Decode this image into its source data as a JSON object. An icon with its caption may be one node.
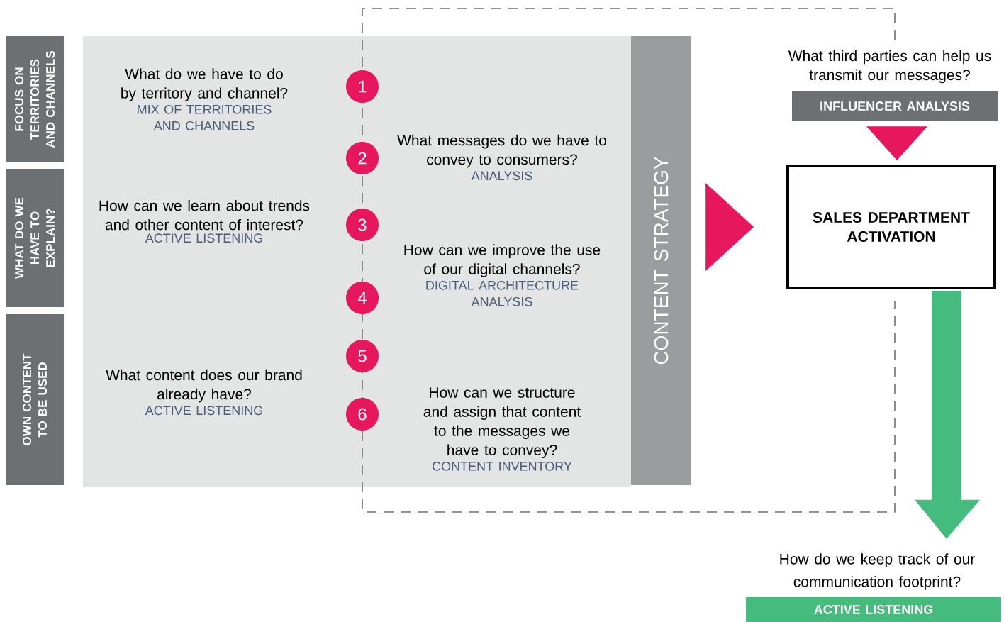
{
  "diagram": {
    "nodes": [
      {
        "text": [
          "FOCUS ON TERRITORIES AND CHANNELS"
        ]
      },
      {
        "text": [
          "WHAT DO WE HAVE TO EXPLAIN?"
        ]
      },
      {
        "text": [
          "OWN CONTENT TO BE USED"
        ]
      },
      {
        "text": [],
        "shape": "box"
      },
      {
        "text": [
          "CONTENT STRATEGY"
        ]
      },
      {
        "text": [
          "What do we have to do by territory and channel?",
          "MIX OF TERRITORIES AND CHANNELS"
        ],
        "in": 3
      },
      {
        "text": [
          "What messages do we have to convey to consumers?",
          "ANALYSIS"
        ],
        "in": 3
      },
      {
        "text": [
          "How can we learn about trends and other content of interest?",
          "ACTIVE LISTENING"
        ],
        "in": 3
      },
      {
        "text": [
          "How can we improve the use of our digital channels?",
          "DIGITAL ARCHITECTURE ANALYSIS"
        ],
        "in": 3
      },
      {
        "text": [
          "What content does our brand already have?",
          "ACTIVE LISTENING"
        ],
        "in": 3
      },
      {
        "text": [
          "How can we structure and assign that content to the messages we have to convey?",
          "CONTENT INVENTORY"
        ],
        "in": 3
      },
      {
        "text": [
          "1"
        ],
        "in": 3
      },
      {
        "text": [
          "2"
        ],
        "in": 3
      },
      {
        "text": [
          "3"
        ],
        "in": 3
      },
      {
        "text": [
          "4"
        ],
        "in": 3
      },
      {
        "text": [
          "5"
        ],
        "in": 3
      },
      {
        "text": [
          "6"
        ],
        "in": 3
      },
      {
        "text": [
          "What third parties can help us transmit our messages?",
          "INFLUENCER ANALYSIS"
        ]
      },
      {
        "text": [
          "SALES DEPARTMENT ACTIVATION"
        ]
      },
      {
        "text": [
          "How do we keep track of our communication footprint?",
          "ACTIVE LISTENING"
        ]
      }
    ],
    "edges": [
      {
        "from": 4,
        "to": 18,
        "arrow": "to"
      },
      {
        "from": 17,
        "to": 18,
        "arrow": "to"
      },
      {
        "from": 18,
        "to": 19,
        "arrow": "to",
        "color": "#45bb7d"
      }
    ]
  }
}
